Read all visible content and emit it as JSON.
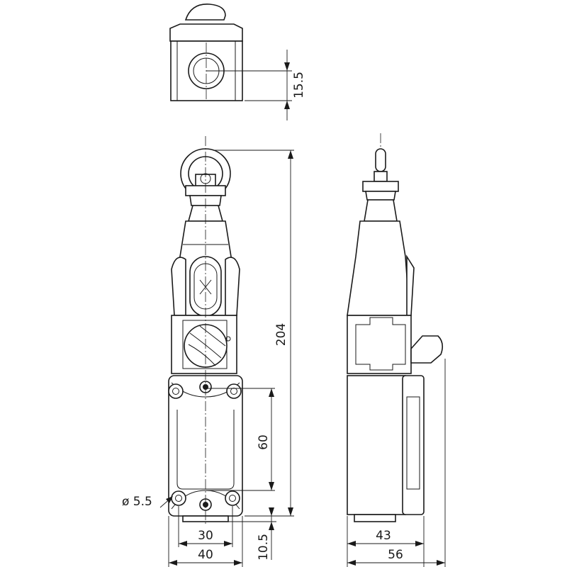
{
  "dimensions": {
    "top_offset": "15.5",
    "total_height": "204",
    "mount_spacing": "60",
    "hole_diameter": "ø 5.5",
    "mount_width": "30",
    "body_width": "40",
    "bottom_offset": "10.5",
    "depth_inner": "43",
    "depth_total": "56"
  }
}
